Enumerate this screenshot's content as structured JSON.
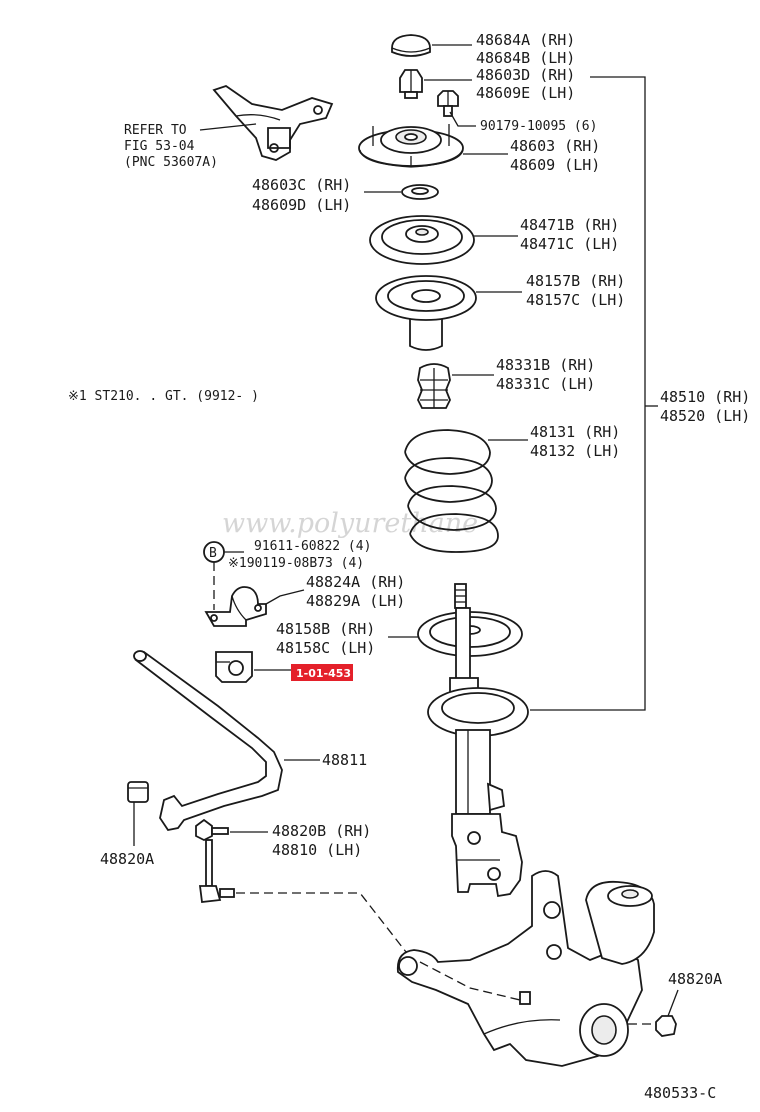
{
  "diagram_code": "480533-C",
  "watermark": "www.polyurethane",
  "note": "※1 ST210. . GT. (9912-       )",
  "refer": [
    "REFER TO",
    "FIG 53-04",
    "(PNC 53607A)"
  ],
  "bolt_circle": "B",
  "highlight_part": "1-01-453",
  "labels": {
    "p48684": [
      "48684A (RH)",
      "48684B (LH)"
    ],
    "p48603d": [
      "48603D (RH)",
      "48609E (LH)"
    ],
    "p90179": [
      "90179-10095 (6)"
    ],
    "p48603": [
      "48603 (RH)",
      "48609 (LH)"
    ],
    "p48603c": [
      "48603C (RH)",
      "48609D (LH)"
    ],
    "p48471": [
      "48471B (RH)",
      "48471C (LH)"
    ],
    "p48157": [
      "48157B (RH)",
      "48157C (LH)"
    ],
    "p48331": [
      "48331B (RH)",
      "48331C (LH)"
    ],
    "p48131": [
      "48131 (RH)",
      "48132 (LH)"
    ],
    "p48510": [
      "48510 (RH)",
      "48520 (LH)"
    ],
    "p91611": [
      "91611-60822 (4)",
      "※190119-08B73 (4)"
    ],
    "p48824": [
      "48824A (RH)",
      "48829A (LH)"
    ],
    "p48158": [
      "48158B (RH)",
      "48158C (LH)"
    ],
    "p48811": [
      "48811"
    ],
    "p48820b": [
      "48820B (RH)",
      "48810  (LH)"
    ],
    "p48820a_left": [
      "48820A"
    ],
    "p48820a_right": [
      "48820A"
    ]
  }
}
